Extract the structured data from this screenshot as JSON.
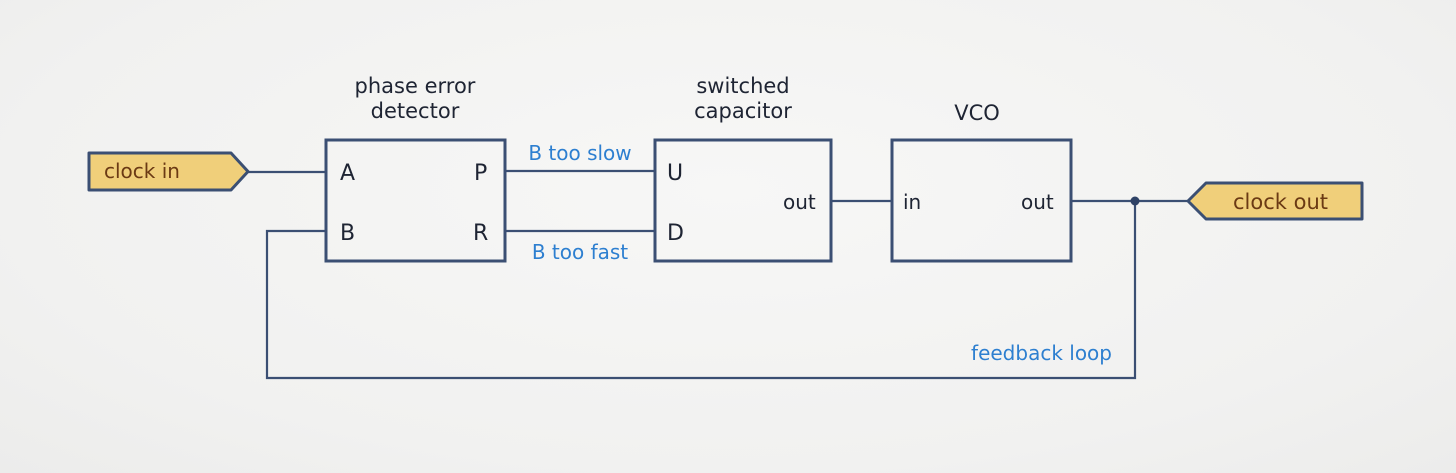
{
  "input_tag": {
    "label": "clock in"
  },
  "output_tag": {
    "label": "clock out"
  },
  "blocks": {
    "phase_detector": {
      "title_line1": "phase error",
      "title_line2": "detector",
      "port_a": "A",
      "port_b": "B",
      "port_p": "P",
      "port_r": "R"
    },
    "switched_capacitor": {
      "title_line1": "switched",
      "title_line2": "capacitor",
      "port_u": "U",
      "port_d": "D",
      "port_out": "out"
    },
    "vco": {
      "title": "VCO",
      "port_in": "in",
      "port_out": "out"
    }
  },
  "signals": {
    "up_label": "B too slow",
    "down_label": "B too fast",
    "loop_label": "feedback loop"
  },
  "colors": {
    "stroke": "#3b4f73",
    "tag_fill": "#f0cf7a",
    "annotation_text": "#2d7fd0",
    "tag_text": "#6b3a14"
  }
}
